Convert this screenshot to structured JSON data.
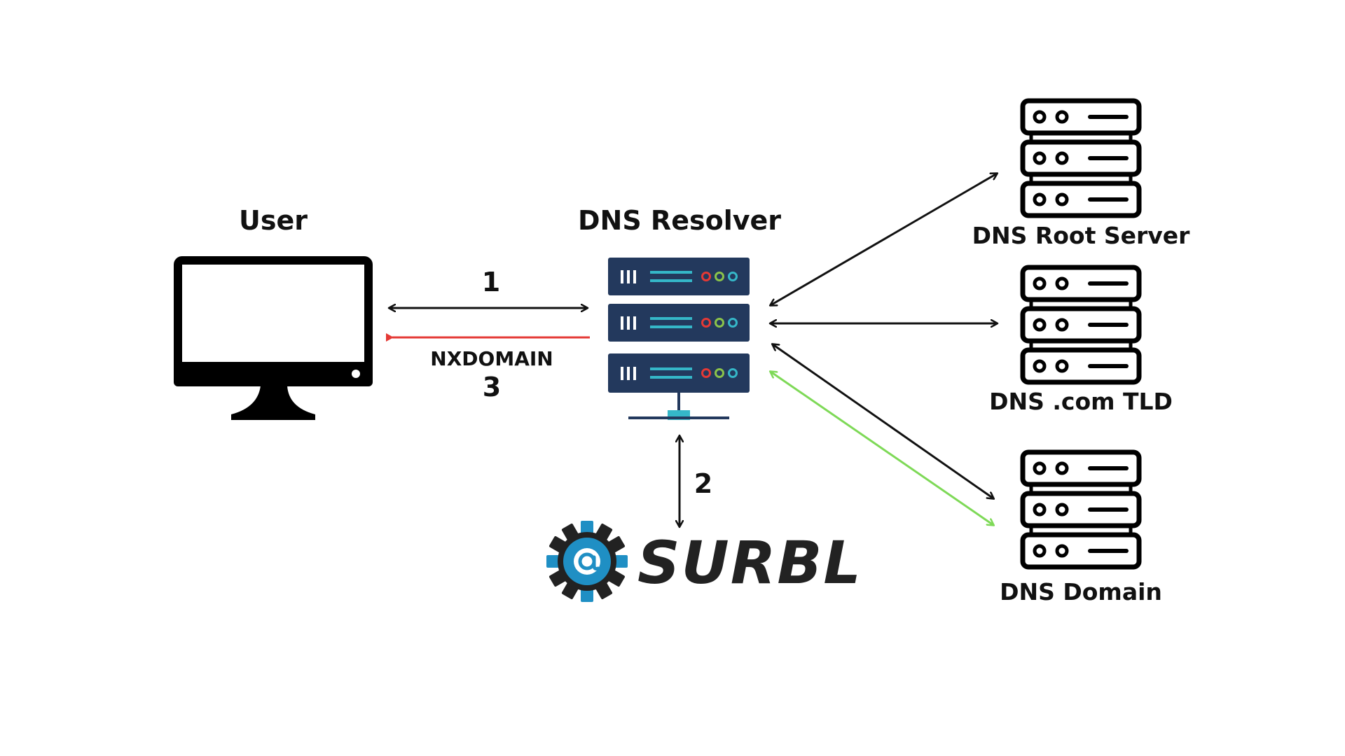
{
  "nodes": {
    "user": {
      "label": "User"
    },
    "resolver": {
      "label": "DNS Resolver"
    },
    "root_server": {
      "label": "DNS Root Server"
    },
    "tld_server": {
      "label": "DNS .com TLD"
    },
    "domain_server": {
      "label": "DNS Domain"
    },
    "surbl": {
      "label": "SURBL"
    }
  },
  "steps": {
    "step1": "1",
    "step2": "2",
    "step3": "3",
    "response": "NXDOMAIN"
  },
  "colors": {
    "arrow": "#111111",
    "nxdomain_arrow": "#e53935",
    "domain_reply_arrow": "#7ed957",
    "resolver_body": "#23395d",
    "resolver_accent": "#35b7c8",
    "led_red": "#e53935",
    "led_green": "#8bc34a",
    "led_cyan": "#35b7c8",
    "surbl_blue": "#1f8fc4",
    "surbl_dark": "#222222"
  },
  "icons": {
    "user": "desktop-monitor-icon",
    "resolver": "server-rack-icon",
    "servers": "server-stack-icon",
    "surbl": "gear-at-logo-icon"
  }
}
